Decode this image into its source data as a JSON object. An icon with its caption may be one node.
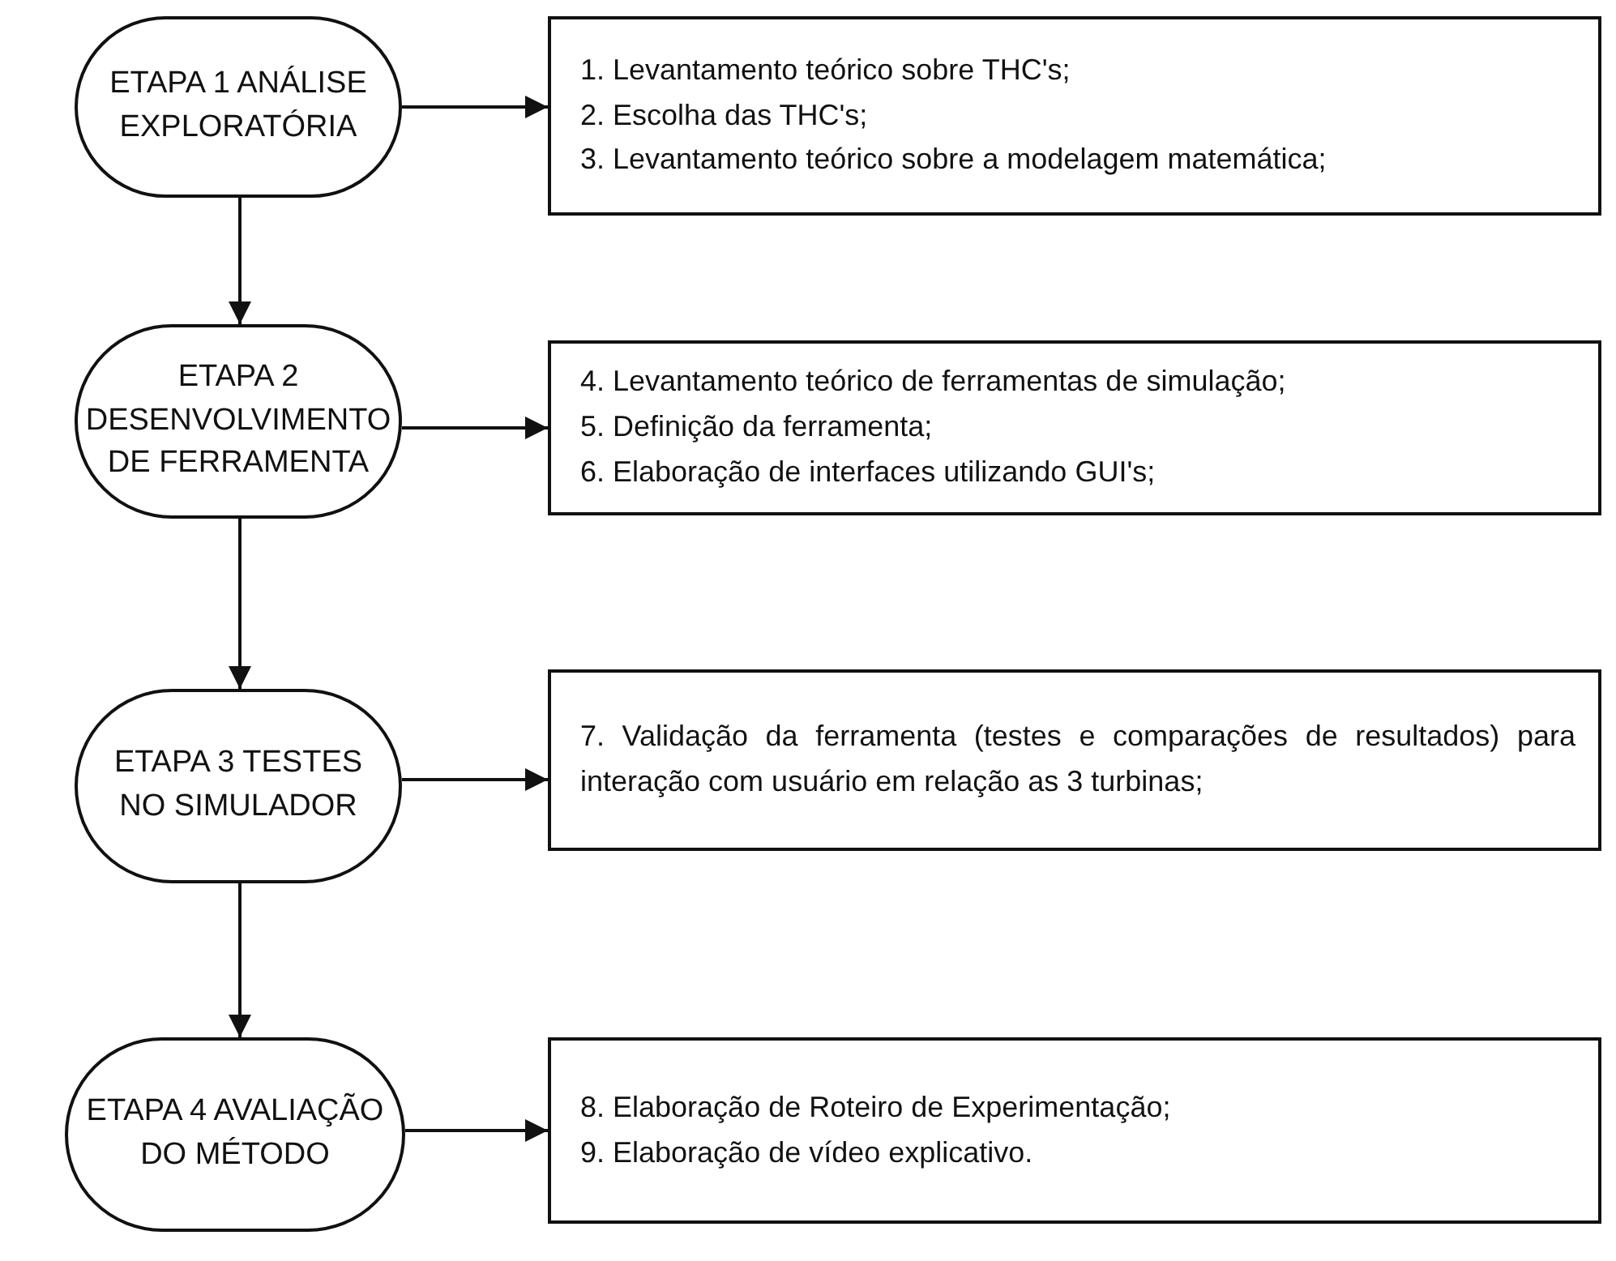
{
  "diagram": {
    "nodes": [
      {
        "text": [
          "ETAPA 1 ANÁLISE EXPLORATÓRIA"
        ]
      },
      {
        "text": [
          "1. Levantamento teórico sobre THC's;",
          "2. Escolha das THC's;",
          "3. Levantamento teórico sobre a modelagem matemática;"
        ]
      },
      {
        "text": [
          "ETAPA 2 DESENVOLVIMENTO DE FERRAMENTA"
        ]
      },
      {
        "text": [
          "4. Levantamento teórico de ferramentas de simulação;",
          "5. Definição da ferramenta;",
          "6. Elaboração de interfaces utilizando GUI's;"
        ]
      },
      {
        "text": [
          "ETAPA 3 TESTES NO SIMULADOR"
        ]
      },
      {
        "text": [
          "7. Validação da ferramenta (testes e comparações de resultados) para interação com usuário em relação as 3 turbinas;"
        ]
      },
      {
        "text": [
          "ETAPA 4 AVALIAÇÃO DO MÉTODO"
        ]
      },
      {
        "text": [
          "8. Elaboração de Roteiro de Experimentação;",
          "9. Elaboração de vídeo explicativo."
        ]
      }
    ],
    "edges": [
      {
        "from": 0,
        "to": 1,
        "arrow": "to"
      },
      {
        "from": 0,
        "to": 2,
        "arrow": "to"
      },
      {
        "from": 2,
        "to": 3,
        "arrow": "to"
      },
      {
        "from": 2,
        "to": 4,
        "arrow": "to"
      },
      {
        "from": 4,
        "to": 5,
        "arrow": "to"
      },
      {
        "from": 4,
        "to": 6,
        "arrow": "to"
      },
      {
        "from": 6,
        "to": 7,
        "arrow": "to"
      }
    ]
  }
}
